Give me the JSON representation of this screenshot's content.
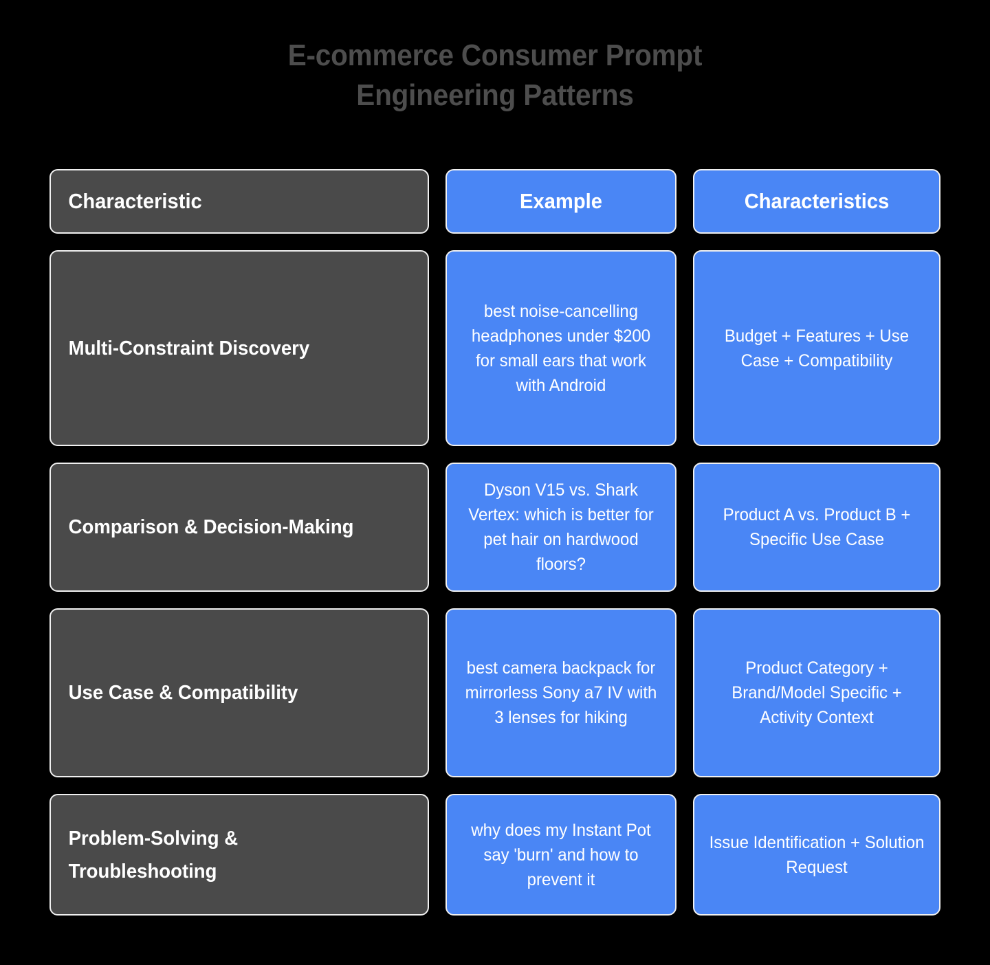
{
  "title": {
    "line1": "E-commerce Consumer Prompt",
    "line2": "Engineering Patterns"
  },
  "colors": {
    "background": "#000000",
    "title_text": "#4d4d4d",
    "dark_cell": "#4a4a4a",
    "blue_cell": "#4a86f5",
    "cell_border": "#f0f0f0",
    "cell_text": "#ffffff"
  },
  "table": {
    "headers": [
      "Characteristic",
      "Example",
      "Characteristics"
    ],
    "rows": [
      {
        "label": "Multi-Constraint Discovery",
        "example": "best noise-cancelling headphones under $200 for small ears that work with Android",
        "characteristics": "Budget + Features + Use Case + Compatibility"
      },
      {
        "label": "Comparison & Decision-Making",
        "example": "Dyson V15 vs. Shark Vertex: which is better for pet hair on hardwood floors?",
        "characteristics": "Product A vs. Product B + Specific Use Case"
      },
      {
        "label": "Use Case & Compatibility",
        "example": "best camera backpack for mirrorless Sony a7 IV with 3 lenses for hiking",
        "characteristics": "Product Category + Brand/Model Specific + Activity Context"
      },
      {
        "label": "Problem-Solving & Troubleshooting",
        "example": "why does my Instant Pot say 'burn' and how to prevent it",
        "characteristics": "Issue Identification + Solution Request"
      }
    ]
  }
}
